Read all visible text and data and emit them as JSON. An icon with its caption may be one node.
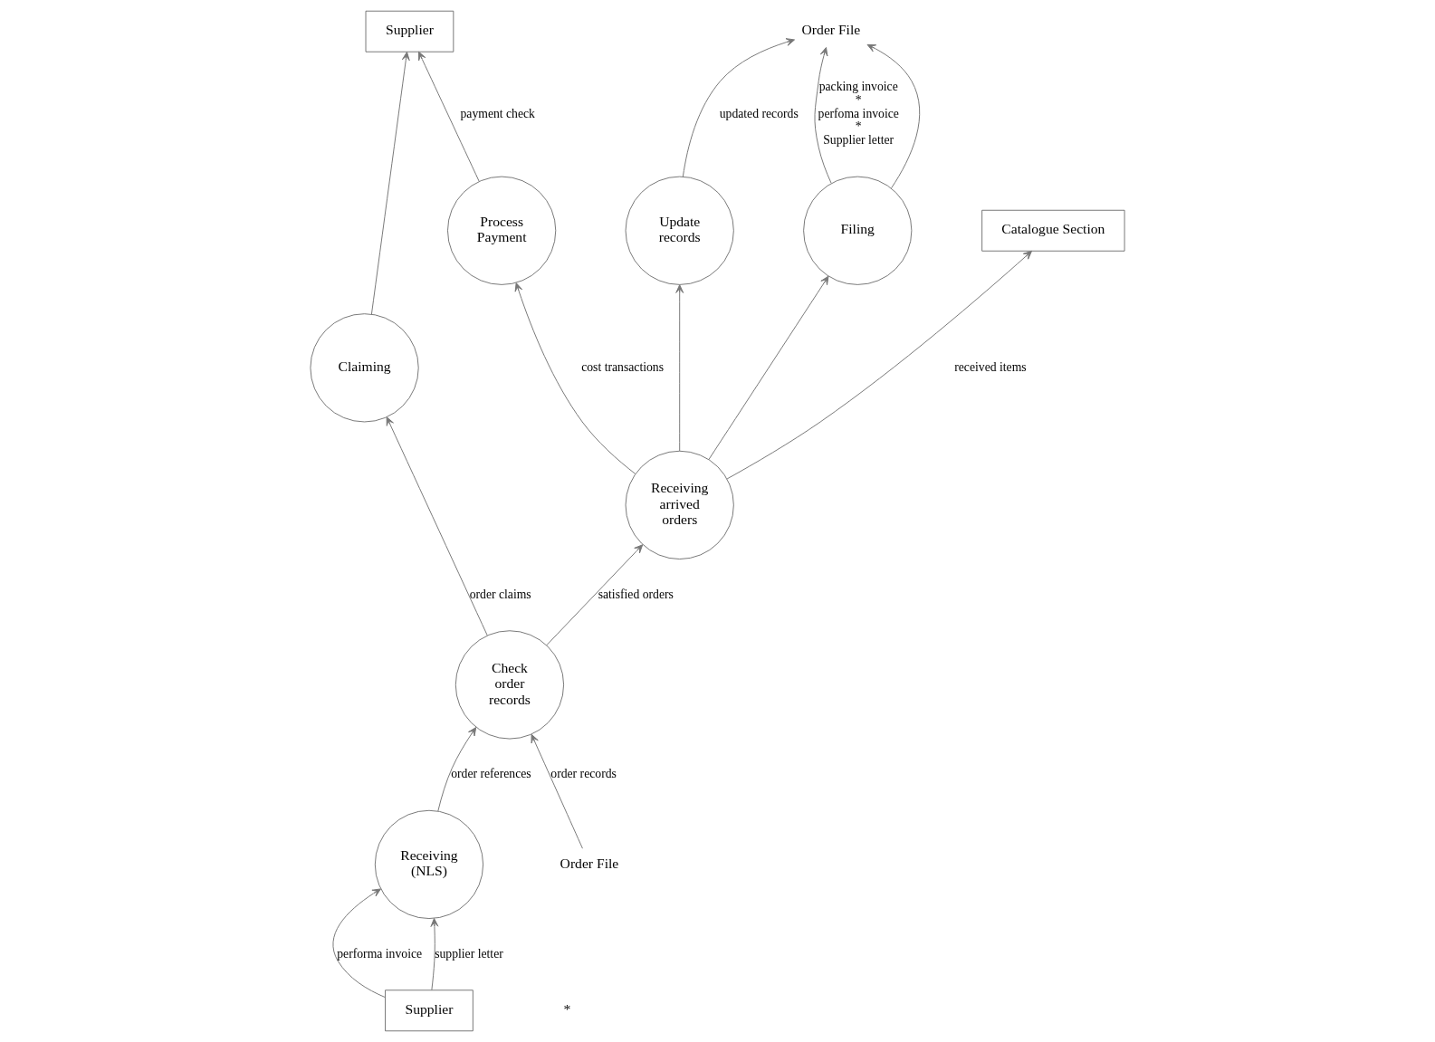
{
  "diagram": {
    "nodes": [
      {
        "text": [
          "Supplier"
        ]
      },
      {
        "text": [
          "Process Payment"
        ]
      },
      {
        "text": [
          "Update records"
        ]
      },
      {
        "text": [
          "Order File"
        ]
      },
      {
        "text": [
          "Claiming"
        ]
      },
      {
        "text": [
          "Receiving arrived orders"
        ]
      },
      {
        "text": [
          "Filing"
        ]
      },
      {
        "text": [
          "Supplier"
        ]
      },
      {
        "text": [
          "Receiving (NLS)"
        ]
      },
      {
        "text": [
          "Check order records"
        ]
      },
      {
        "text": [
          "Catalogue Section"
        ]
      },
      {
        "text": [
          "Order File"
        ]
      }
    ],
    "edges": [
      {
        "from": 1,
        "to": 0,
        "arrow": "to",
        "label": "payment check"
      },
      {
        "from": 4,
        "to": 0,
        "arrow": "to"
      },
      {
        "from": 5,
        "to": 1,
        "arrow": "to",
        "label": "cost transactions"
      },
      {
        "from": 5,
        "to": 2,
        "arrow": "to"
      },
      {
        "from": 2,
        "to": 3,
        "arrow": "to",
        "label": "updated records"
      },
      {
        "from": 6,
        "to": 3,
        "arrow": "to",
        "label": "packing invoice * perfoma invoice * Supplier letter"
      },
      {
        "from": 6,
        "to": 3,
        "arrow": "to"
      },
      {
        "from": 5,
        "to": 6,
        "arrow": "to"
      },
      {
        "from": 5,
        "to": 10,
        "arrow": "to",
        "label": "received items"
      },
      {
        "from": 9,
        "to": 5,
        "arrow": "to",
        "label": "satisfied orders"
      },
      {
        "from": 9,
        "to": 4,
        "arrow": "to",
        "label": "order claims"
      },
      {
        "from": 7,
        "to": 8,
        "arrow": "to",
        "label": "performa invoice"
      },
      {
        "from": 7,
        "to": 8,
        "arrow": "to",
        "label": "supplier letter"
      },
      {
        "from": 8,
        "to": 9,
        "arrow": "to",
        "label": "order references"
      },
      {
        "from": 11,
        "to": 9,
        "arrow": "to",
        "label": "order records"
      }
    ],
    "labels": [
      "*"
    ]
  }
}
